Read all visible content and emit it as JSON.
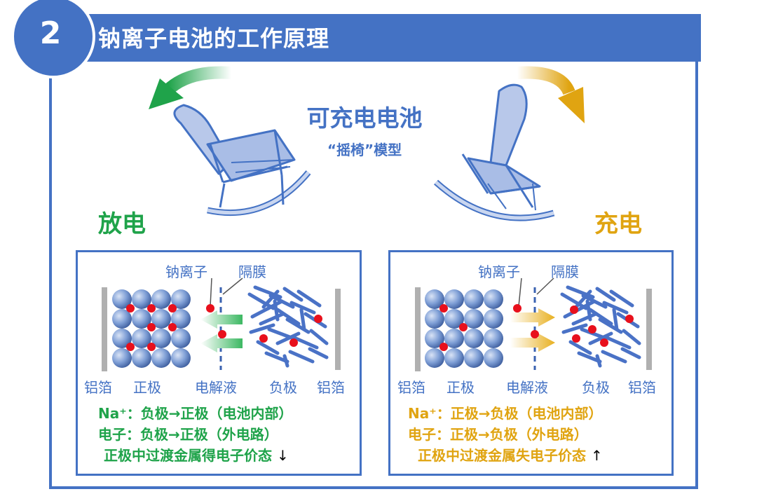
{
  "header": {
    "number": "2",
    "title": "钠离子电池的工作原理"
  },
  "center": {
    "title": "可充电电池",
    "subtitle": "“摇椅”模型"
  },
  "discharge": {
    "label": "放电",
    "callouts": {
      "ion": "钠离子",
      "separator": "隔膜"
    },
    "bottom_labels": {
      "foil_left": "铝箔",
      "cathode": "正极",
      "electrolyte": "电解液",
      "anode": "负极",
      "foil_right": "铝箔"
    },
    "lines": [
      "Na⁺：负极→正极（电池内部）",
      "电子：负极→正极（外电路）",
      "正极中过渡金属得电子价态"
    ],
    "state_arrow": "↓"
  },
  "charge": {
    "label": "充电",
    "callouts": {
      "ion": "钠离子",
      "separator": "隔膜"
    },
    "bottom_labels": {
      "foil_left": "铝箔",
      "cathode": "正极",
      "electrolyte": "电解液",
      "anode": "负极",
      "foil_right": "铝箔"
    },
    "lines": [
      "Na⁺：正极→负极（电池内部）",
      "电子：正极→负极（外电路）",
      "正极中过渡金属失电子价态"
    ],
    "state_arrow": "↑"
  },
  "colors": {
    "primary": "#4472c4",
    "discharge": "#1fa34a",
    "charge": "#e0a411",
    "ion": "#e8101c",
    "chair": "#b8c8ea"
  }
}
